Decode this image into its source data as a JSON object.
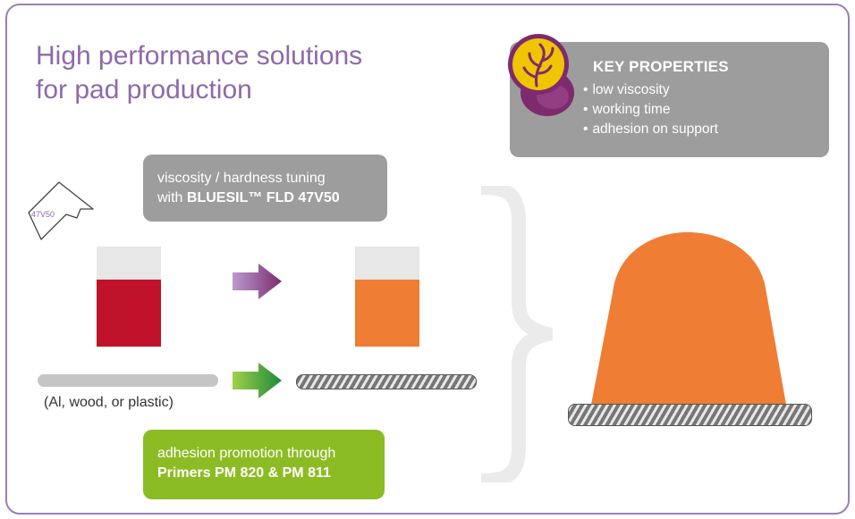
{
  "title": {
    "line1": "High performance solutions",
    "line2": "for pad production"
  },
  "key_properties": {
    "heading": "KEY PROPERTIES",
    "items": [
      "low viscosity",
      "working time",
      "adhesion on support"
    ],
    "badge_icon": "sprout-icon"
  },
  "viscosity_box": {
    "line1": "viscosity / hardness tuning",
    "prefix": "with ",
    "product": "BLUESIL™ FLD 47V50"
  },
  "tag": {
    "label": "47V50"
  },
  "support": {
    "label": "(Al, wood, or plastic)"
  },
  "primers_box": {
    "line1": "adhesion promotion through",
    "product": "Primers PM 820 & PM 811"
  },
  "colors": {
    "frame": "#9b7fb4",
    "title": "#8e6aa8",
    "grey_box": "#9d9d9d",
    "green_box": "#8cbc24",
    "red_fill": "#c0122b",
    "orange_fill": "#ef7d34",
    "badge_yellow": "#f1c400",
    "badge_purple": "#7d2b6e"
  }
}
